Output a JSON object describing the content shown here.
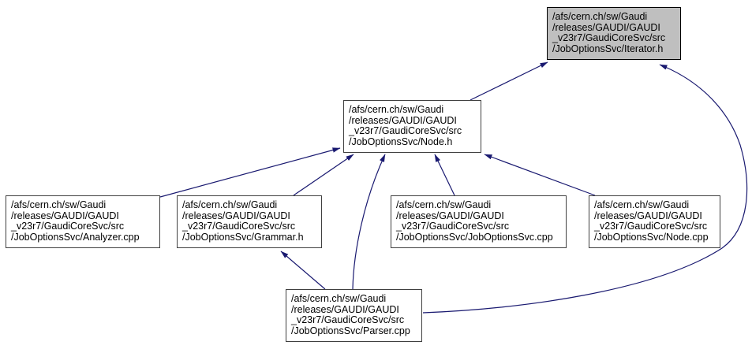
{
  "diagram": {
    "kind": "include-dependency-graph",
    "colors": {
      "background": "#ffffff",
      "edge": "#191970",
      "node_fill": "#ffffff",
      "node_border": "#404040",
      "highlighted_node_fill": "#bfbfbf",
      "text": "#000000"
    },
    "nodes": {
      "iterator_h": {
        "label": "/afs/cern.ch/sw/Gaudi\n/releases/GAUDI/GAUDI\n_v23r7/GaudiCoreSvc/src\n/JobOptionsSvc/Iterator.h",
        "highlighted": true
      },
      "node_h": {
        "label": "/afs/cern.ch/sw/Gaudi\n/releases/GAUDI/GAUDI\n_v23r7/GaudiCoreSvc/src\n/JobOptionsSvc/Node.h",
        "highlighted": false
      },
      "analyzer_cpp": {
        "label": "/afs/cern.ch/sw/Gaudi\n/releases/GAUDI/GAUDI\n_v23r7/GaudiCoreSvc/src\n/JobOptionsSvc/Analyzer.cpp",
        "highlighted": false
      },
      "grammar_h": {
        "label": "/afs/cern.ch/sw/Gaudi\n/releases/GAUDI/GAUDI\n_v23r7/GaudiCoreSvc/src\n/JobOptionsSvc/Grammar.h",
        "highlighted": false
      },
      "joboptionssvc_cpp": {
        "label": "/afs/cern.ch/sw/Gaudi\n/releases/GAUDI/GAUDI\n_v23r7/GaudiCoreSvc/src\n/JobOptionsSvc/JobOptionsSvc.cpp",
        "highlighted": false
      },
      "node_cpp": {
        "label": "/afs/cern.ch/sw/Gaudi\n/releases/GAUDI/GAUDI\n_v23r7/GaudiCoreSvc/src\n/JobOptionsSvc/Node.cpp",
        "highlighted": false
      },
      "parser_cpp": {
        "label": "/afs/cern.ch/sw/Gaudi\n/releases/GAUDI/GAUDI\n_v23r7/GaudiCoreSvc/src\n/JobOptionsSvc/Parser.cpp",
        "highlighted": false
      }
    },
    "edges": [
      {
        "from": "node_h",
        "to": "iterator_h"
      },
      {
        "from": "parser_cpp",
        "to": "iterator_h"
      },
      {
        "from": "analyzer_cpp",
        "to": "node_h"
      },
      {
        "from": "grammar_h",
        "to": "node_h"
      },
      {
        "from": "parser_cpp",
        "to": "node_h"
      },
      {
        "from": "joboptionssvc_cpp",
        "to": "node_h"
      },
      {
        "from": "node_cpp",
        "to": "node_h"
      },
      {
        "from": "parser_cpp",
        "to": "grammar_h"
      }
    ]
  }
}
